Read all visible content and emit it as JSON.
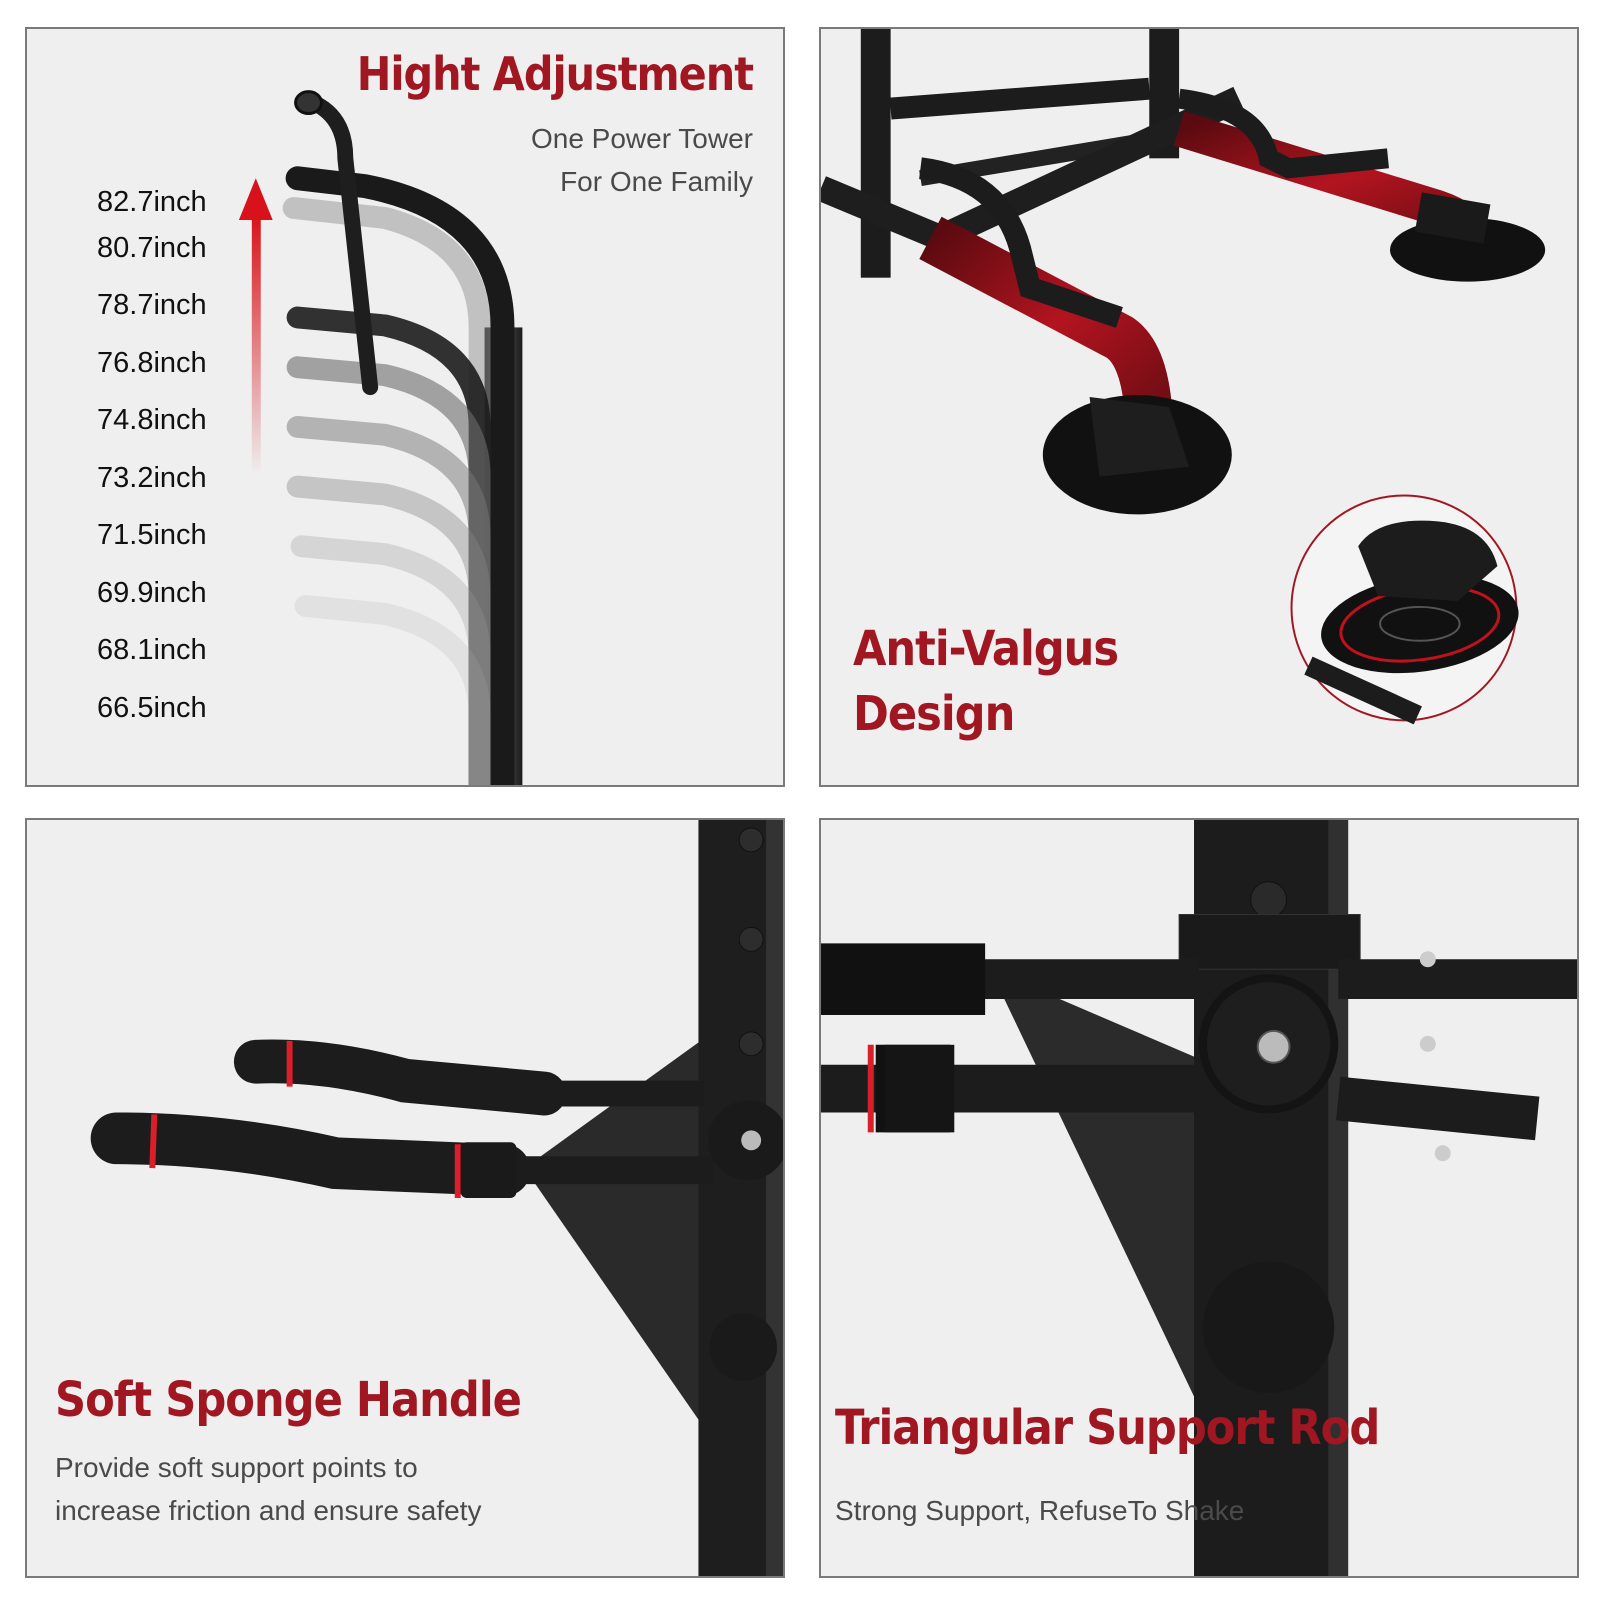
{
  "panels": {
    "height": {
      "title": "Hight Adjustment",
      "subtitle_line1": "One Power Tower",
      "subtitle_line2": "For One Family",
      "heights": [
        "82.7inch",
        "80.7inch",
        "78.7inch",
        "76.8inch",
        "74.8inch",
        "73.2inch",
        "71.5inch",
        "69.9inch",
        "68.1inch",
        "66.5inch"
      ]
    },
    "anti_valgus": {
      "title_line1": "Anti-Valgus",
      "title_line2": "Design"
    },
    "sponge": {
      "title": "Soft Sponge Handle",
      "desc_line1": "Provide soft support points to",
      "desc_line2": "increase friction and ensure safety"
    },
    "triangular": {
      "title": "Triangular Support Rod",
      "desc": "Strong Support, RefuseTo Shake"
    }
  },
  "colors": {
    "accent_red": "#a01722",
    "frame_black": "#1c1c1c",
    "panel_bg": "#efefef"
  }
}
